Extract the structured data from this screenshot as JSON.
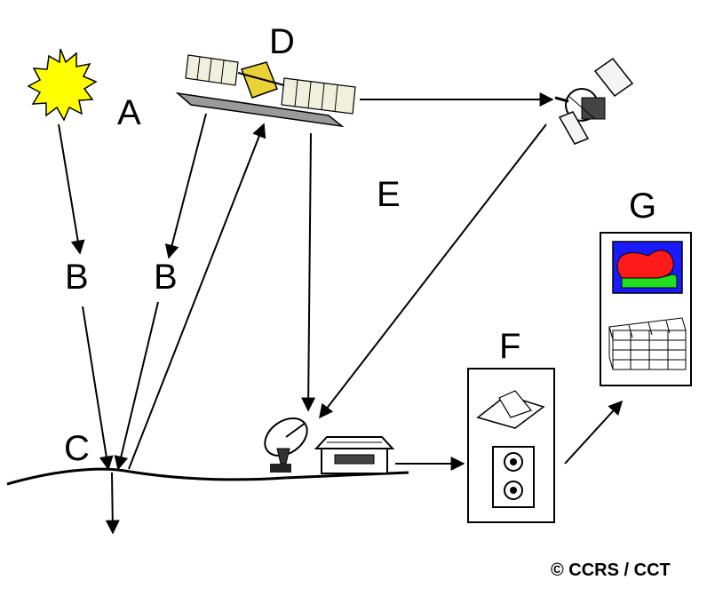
{
  "labels": {
    "a": "A",
    "b_left": "B",
    "b_right": "B",
    "c": "C",
    "d": "D",
    "e": "E",
    "f": "F",
    "g": "G"
  },
  "copyright": "© CCRS / CCT",
  "colors": {
    "sun": "#ffff00",
    "map_water": "#1a1aff",
    "map_land_red": "#ff1a1a",
    "map_land_green": "#22dd22",
    "ink": "#000000"
  },
  "icons": [
    "sun-icon",
    "imaging-satellite-icon",
    "relay-satellite-icon",
    "dish-antenna-icon",
    "ground-station-icon",
    "processing-panel-icon",
    "map-image-icon",
    "data-cube-icon"
  ]
}
